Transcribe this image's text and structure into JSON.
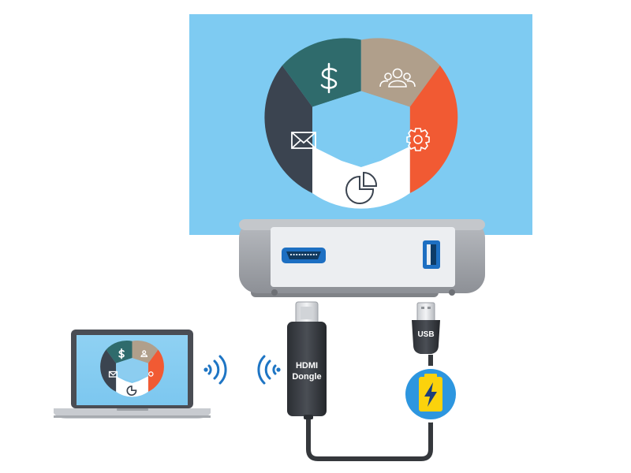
{
  "colors": {
    "projection_bg": "#7ecbf2",
    "teal": "#2f6b6c",
    "taupe": "#b09f8b",
    "orange": "#f15a33",
    "white": "#ffffff",
    "slate": "#3b4450",
    "projector_body": "#a3a6ab",
    "projector_panel": "#eceef1",
    "port_blue": "#1d6fc2",
    "wifi_blue": "#1e75c4",
    "cable": "#35383c",
    "battery_yellow": "#fbd20c",
    "laptop_bezel": "#4a4d54"
  },
  "segment_icons": [
    "dollar-icon",
    "users-icon",
    "gear-icon",
    "pie-chart-icon",
    "envelope-icon"
  ],
  "labels": {
    "dongle_line1": "HDMI",
    "dongle_line2": "Dongle",
    "usb": "USB"
  }
}
